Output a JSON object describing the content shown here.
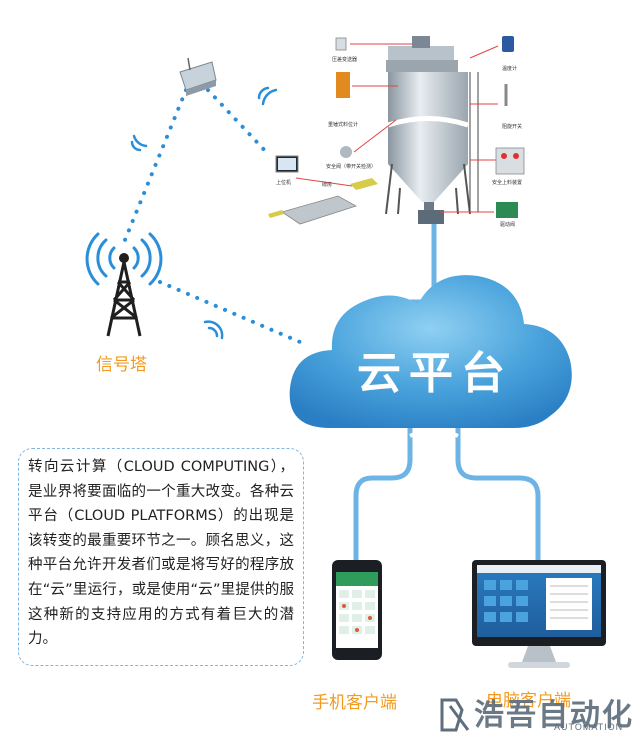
{
  "diagram": {
    "cloud_label": "云平台",
    "tower_label": "信号塔",
    "phone_label": "手机客户端",
    "pc_label": "电脑客户端",
    "description": "转向云计算（CLOUD COMPUTING），是业界将要面临的一个重大改变。各种云平台（CLOUD PLATFORMS）的出现是该转变的最重要环节之一。顾名思义，这种平台允许开发者们或是将写好的程序放在“云”里运行，或是使用“云”里提供的服这种新的支持应用的方式有着巨大的潜力。",
    "silo_labels": {
      "pressure_transmitter": "压差变送器",
      "level_meter": "重锤式料位计",
      "safety_valve": "安全阀（带开关检测）",
      "host": "上位机",
      "scale": "磅房",
      "thermometer": "温度计",
      "level_switch": "阻旋开关",
      "alarm": "安全上料装置",
      "drive_valve": "驱动阀"
    }
  },
  "brand": {
    "name": "浩吾自动化",
    "sub": "AUTOMATION"
  },
  "colors": {
    "accent": "#f39a1f",
    "cloud": "#3a93d2",
    "line": "#6cb4e6",
    "dots": "#2a8ed8"
  }
}
